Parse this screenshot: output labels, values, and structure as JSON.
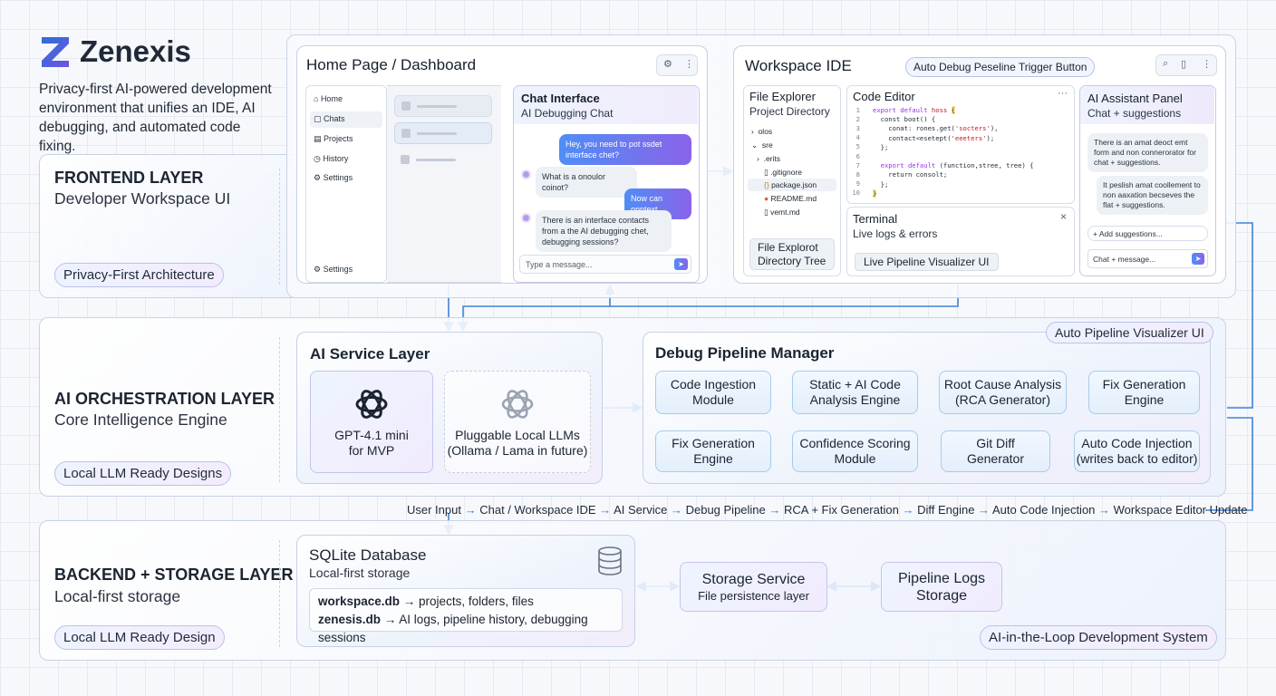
{
  "brand": {
    "name": "Zenexis",
    "tagline": "Privacy-first AI-powered development environment that unifies an IDE, AI debugging, and automated code fixing."
  },
  "frontend": {
    "title": "FRONTEND LAYER",
    "subtitle": "Developer Workspace UI",
    "badge": "Privacy-First Architecture",
    "home": {
      "title": "Home Page / Dashboard",
      "nav": [
        "Home",
        "Chats",
        "Projects",
        "History",
        "Settings"
      ],
      "nav_bottom": "Settings",
      "chat": {
        "title": "Chat Interface",
        "subtitle": "AI Debugging Chat",
        "messages": [
          {
            "side": "right",
            "text": "Hey, you need to pot ssdet interface chet?"
          },
          {
            "side": "left",
            "text": "What is a onoulor coinot?"
          },
          {
            "side": "right",
            "text": "Now can onntext"
          },
          {
            "side": "left",
            "text": "There is an interface contacts from a the AI debugging chet, debugging sessions?"
          }
        ],
        "placeholder": "Type a message..."
      }
    },
    "workspace": {
      "title": "Workspace IDE",
      "trigger_button": "Auto Debug Peseline Trigger Button",
      "explorer": {
        "title": "File Explorer",
        "subtitle": "Project Directory",
        "items": [
          {
            "label": "olos",
            "marker": "›"
          },
          {
            "label": "sre",
            "marker": "⌄"
          },
          {
            "label": ".erits",
            "marker": "›"
          },
          {
            "label": ".gitignore",
            "marker": ""
          },
          {
            "label": "package.json",
            "marker": "{}"
          },
          {
            "label": "README.md",
            "marker": "●"
          },
          {
            "label": "vemt.md",
            "marker": ""
          }
        ],
        "footer_line1": "File Explorot",
        "footer_line2": "Directory Tree"
      },
      "editor": {
        "title": "Code Editor",
        "menu": "···",
        "line_numbers": [
          "1",
          "2",
          "3",
          "4",
          "5",
          "6",
          "7",
          "8",
          "9",
          "10"
        ]
      },
      "terminal": {
        "title": "Terminal",
        "subtitle": "Live logs & errors",
        "close": "×",
        "button": "Live Pipeline Visualizer UI"
      },
      "assistant": {
        "title": "AI Assistant Panel",
        "subtitle": "Chat + suggestions",
        "messages": [
          "There is an amat deoct emt form and non connerorator for chat + suggestions.",
          "It peslish amat coollement to non aaxation becseves the flat + suggestions."
        ],
        "add_suggestions": "+ Add suggestions...",
        "chat_placeholder": "Chat + message..."
      }
    }
  },
  "orchestration": {
    "title": "AI ORCHESTRATION LAYER",
    "subtitle": "Core Intelligence Engine",
    "badge": "Local LLM Ready Designs",
    "service": {
      "title": "AI Service Layer",
      "primary_line1": "GPT-4.1 mini",
      "primary_line2": "for MVP",
      "secondary_line1": "Pluggable Local LLMs",
      "secondary_line2": "(Ollama / Lama in future)"
    },
    "pipeline": {
      "title": "Debug Pipeline Manager",
      "badge": "Auto Pipeline Visualizer UI",
      "row1": [
        [
          "Code Ingestion",
          "Module"
        ],
        [
          "Static + AI Code",
          "Analysis Engine"
        ],
        [
          "Root Cause Analysis",
          "(RCA Generator)"
        ],
        [
          "Fix Generation",
          "Engine"
        ]
      ],
      "row2": [
        [
          "Fix Generation",
          "Engine"
        ],
        [
          "Confidence Scoring",
          "Module"
        ],
        [
          "Git Diff",
          "Generator"
        ],
        [
          "Auto Code Injection",
          "(writes back to editor)"
        ]
      ]
    }
  },
  "flow": {
    "steps": [
      "User Input",
      "Chat / Workspace IDE",
      "AI Service",
      "Debug Pipeline",
      "RCA + Fix Generation",
      "Diff Engine",
      "Auto Code Injection",
      "Workspace Editor Update"
    ],
    "separator": "→"
  },
  "backend": {
    "title": "BACKEND + STORAGE LAYER",
    "subtitle": "Local-first storage",
    "badge": "Local LLM Ready Design",
    "sqlite": {
      "title": "SQLite Database",
      "subtitle": "Local-first storage",
      "rows": [
        {
          "name": "workspace.db",
          "desc": "→ projects, folders, files"
        },
        {
          "name": "zenesis.db",
          "desc": "→ AI logs, pipeline history, debugging sessions"
        }
      ]
    },
    "storage_service": {
      "title": "Storage Service",
      "subtitle": "File persistence layer"
    },
    "pipeline_logs": {
      "line1": "Pipeline Logs",
      "line2": "Storage"
    },
    "system_badge": "AI-in-the-Loop Development System"
  },
  "colors": {
    "accent_blue": "#3f83d6",
    "accent_purple": "#8a63ea",
    "layer_border": "#c9d3e6",
    "node_border": "#a8cbea"
  }
}
